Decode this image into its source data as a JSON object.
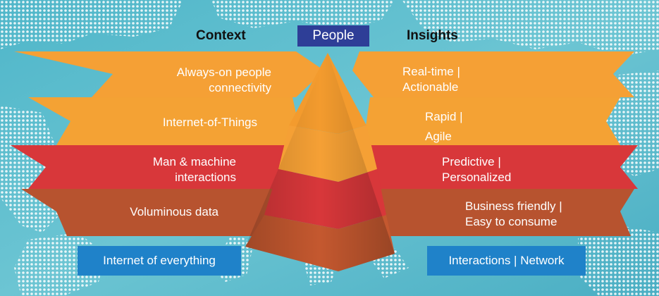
{
  "headers": {
    "context": "Context",
    "people": "People",
    "insights": "Insights"
  },
  "left_bands": [
    {
      "text": "Always-on people\nconnectivity"
    },
    {
      "text": "Internet-of-Things"
    },
    {
      "text": "Man & machine\ninteractions"
    },
    {
      "text": "Voluminous data"
    }
  ],
  "right_bands": [
    {
      "text": "Real-time |\nActionable"
    },
    {
      "text": "Rapid |\nAgile"
    },
    {
      "text": "Predictive |\nPersonalized"
    },
    {
      "text": "Business friendly |\nEasy to consume"
    }
  ],
  "footer": {
    "left": "Internet of everything",
    "right": "Interactions | Network"
  },
  "colors": {
    "background": "#5bbccd",
    "band_light": "#f5a035",
    "band_red": "#d8373a",
    "band_brown": "#b7532f",
    "header_box": "#2e3e97",
    "footer_box": "#1f82c9"
  }
}
